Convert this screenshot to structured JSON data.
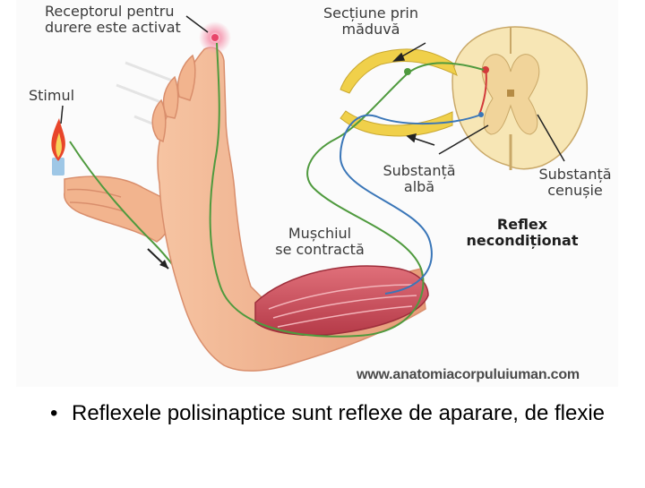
{
  "diagram": {
    "labels": {
      "receptor": [
        "Receptorul pentru",
        "durere este activat"
      ],
      "section": [
        "Secțiune prin",
        "măduvă"
      ],
      "stimulus": "Stimul",
      "white_matter": [
        "Substanță",
        "albă"
      ],
      "grey_matter": [
        "Substanță",
        "cenușie"
      ],
      "muscle": [
        "Mușchiul",
        "se contractă"
      ],
      "reflex": [
        "Reflex",
        "necondiționat"
      ]
    },
    "website": "www.anatomiacorpuluiuman.com",
    "colors": {
      "skin": "#f2b48e",
      "skin_shadow": "#d98e6c",
      "muscle": "#c84a55",
      "spinal_white": "#f7e6b5",
      "spinal_grey": "#f1d49a",
      "sensory_nerve": "#4f9a3e",
      "motor_nerve": "#3a76b8",
      "nerve_sheath": "#f0d04a",
      "receptor_glow": "#e8466a"
    }
  },
  "caption": {
    "bullet": "•",
    "text": "Reflexele polisinaptice sunt reflexe de aparare, de flexie"
  }
}
